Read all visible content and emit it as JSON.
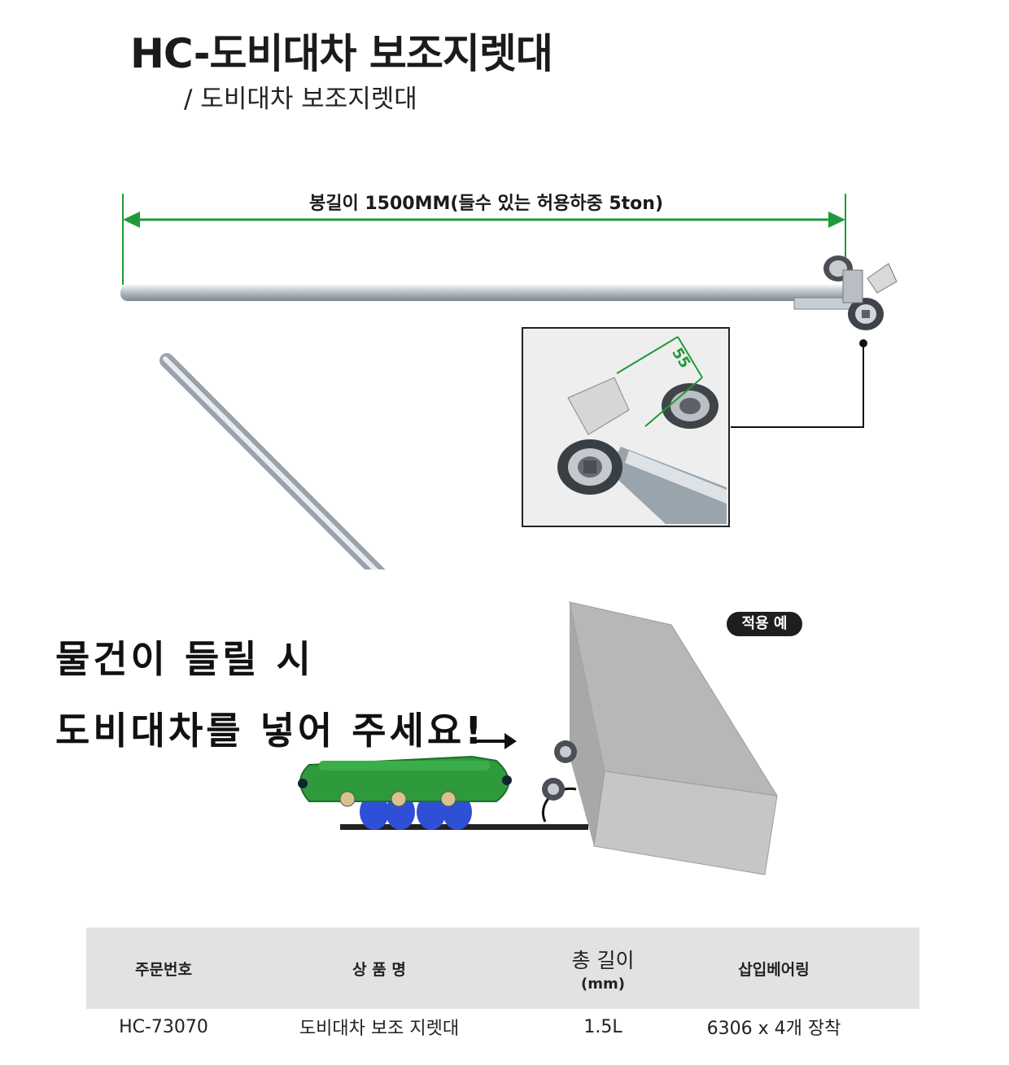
{
  "header": {
    "title": "HC-도비대차 보조지렛대",
    "subtitle": "/ 도비대차 보조지렛대"
  },
  "dimension": {
    "label": "봉길이 1500MM(들수 있는 허용하중 5ton)",
    "inset_dim": "55"
  },
  "caption": {
    "line1": "물건이 들릴 시",
    "line2": "도비대차를 넣어 주세요!"
  },
  "badge": {
    "label": "적용 예"
  },
  "spec_table": {
    "headers": {
      "order_no": "주문번호",
      "product_name": "상 품 명",
      "length_main": "총 길이",
      "length_unit": "(mm)",
      "bearing": "삽입베어링"
    },
    "row": {
      "order_no": "HC-73070",
      "product_name": "도비대차 보조 지렛대",
      "length": "1.5L",
      "bearing": "6306 x 4개 장착"
    }
  },
  "colors": {
    "dimension_line": "#1e9a3a",
    "cart_green": "#2e9a3c",
    "wheel_blue": "#2f4fd6",
    "box_gray": "#bdbdbd"
  }
}
